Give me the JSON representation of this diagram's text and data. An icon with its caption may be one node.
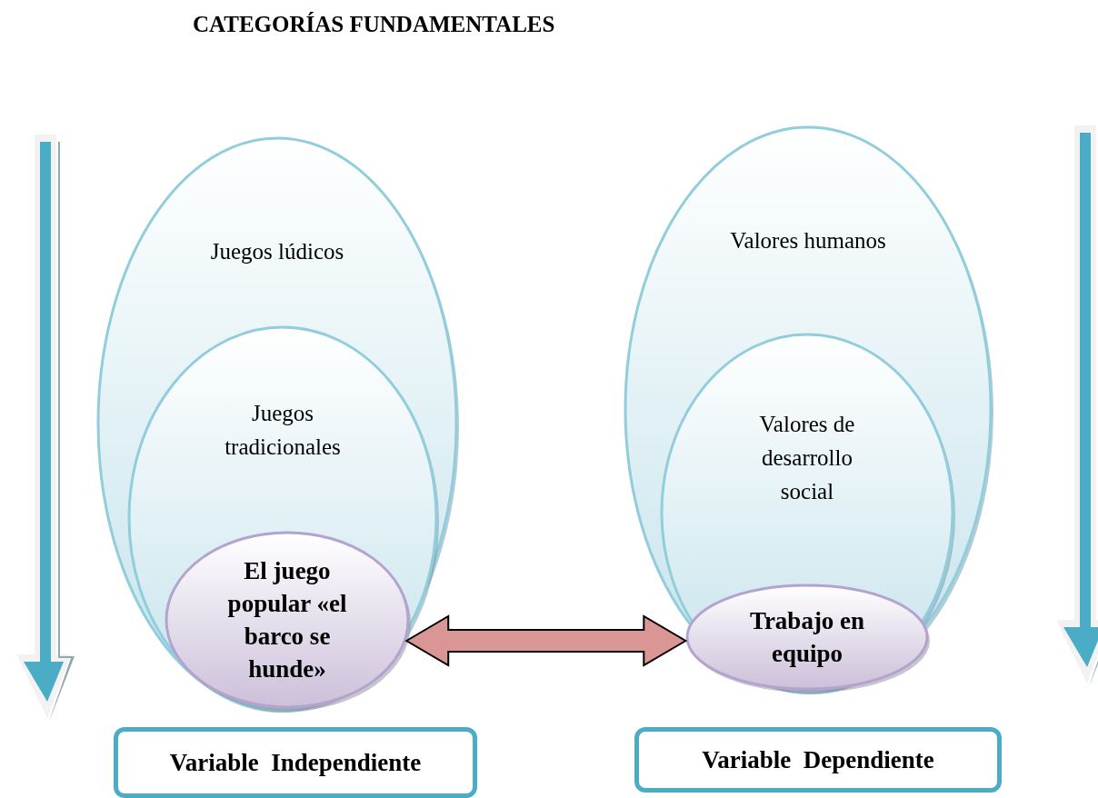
{
  "diagram": {
    "title": "CATEGORÍAS FUNDAMENTALES",
    "nodes": [
      {
        "text": [
          "Juegos lúdicos"
        ]
      },
      {
        "text": [
          "Juegos tradicionales"
        ],
        "in": 0
      },
      {
        "text": [
          "El juego popular «el barco se hunde»"
        ],
        "in": 1
      },
      {
        "text": [
          "Valores humanos"
        ]
      },
      {
        "text": [
          "Valores de desarrollo social"
        ],
        "in": 3
      },
      {
        "text": [
          "Trabajo en equipo"
        ],
        "in": 4
      },
      {
        "text": [
          "Variable  Independiente"
        ]
      },
      {
        "text": [
          "Variable  Dependiente"
        ]
      }
    ],
    "edges": [
      {
        "from": 2,
        "to": 5,
        "arrow": "both",
        "style": "thick"
      }
    ]
  }
}
